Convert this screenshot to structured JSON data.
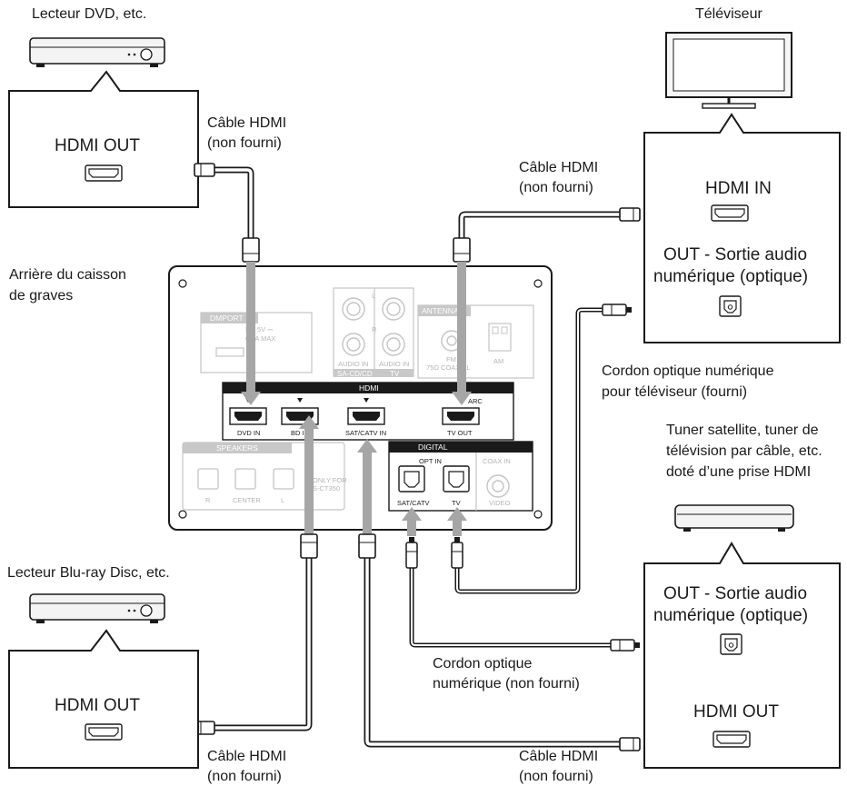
{
  "labels": {
    "dvd_player": "Lecteur DVD, etc.",
    "tv": "Téléviseur",
    "subwoofer_back_1": "Arrière du caisson",
    "subwoofer_back_2": "de graves",
    "bluray_player": "Lecteur Blu-ray Disc, etc.",
    "tuner_1": "Tuner satellite, tuner de",
    "tuner_2": "télévision par câble, etc.",
    "tuner_3": "doté d’une prise HDMI"
  },
  "boxes": {
    "dvd_hdmi_out": "HDMI OUT",
    "tv_hdmi_in": "HDMI IN",
    "tv_out_1": "OUT - Sortie audio",
    "tv_out_2": "numérique (optique)",
    "bluray_hdmi_out": "HDMI OUT",
    "tuner_out_1": "OUT - Sortie audio",
    "tuner_out_2": "numérique (optique)",
    "tuner_hdmi_out": "HDMI OUT"
  },
  "cables": {
    "hdmi_top_left_1": "Câble HDMI",
    "hdmi_top_left_2": "(non fourni)",
    "hdmi_top_right_1": "Câble HDMI",
    "hdmi_top_right_2": "(non fourni)",
    "optical_tv_1": "Cordon optique numérique",
    "optical_tv_2": "pour téléviseur (fourni)",
    "optical_bottom_1": "Cordon optique",
    "optical_bottom_2": "numérique (non fourni)",
    "hdmi_bottom_left_1": "Câble HDMI",
    "hdmi_bottom_left_2": "(non fourni)",
    "hdmi_bottom_right_1": "Câble HDMI",
    "hdmi_bottom_right_2": "(non fourni)"
  },
  "panel": {
    "dmport": "DMPORT",
    "dc_1": "DC 5V ⎓",
    "dc_2": "0.7A MAX",
    "audio_in_1": "AUDIO IN",
    "audio_in_2": "AUDIO IN",
    "sacd": "SA-CD/CD",
    "tv_audio": "TV",
    "l_mark": "L",
    "r_mark": "R",
    "antenna": "ANTENNA",
    "fm": "FM",
    "coaxial": "75Ω COAXIAL",
    "am": "AM",
    "hdmi": "HDMI",
    "arc": "ARC",
    "dvd_in": "DVD IN",
    "bd_in": "BD IN",
    "sat_in": "SAT/CATV IN",
    "tv_out": "TV OUT",
    "speakers": "SPEAKERS",
    "spk_r": "R",
    "spk_center": "CENTER",
    "spk_l": "L",
    "only_1": "ONLY FOR",
    "only_2": "S-CT350",
    "digital": "DIGITAL",
    "opt_in": "OPT IN",
    "opt_sat": "SAT/CATV",
    "opt_tv": "TV",
    "coax_in": "COAX IN",
    "video": "VIDEO"
  }
}
